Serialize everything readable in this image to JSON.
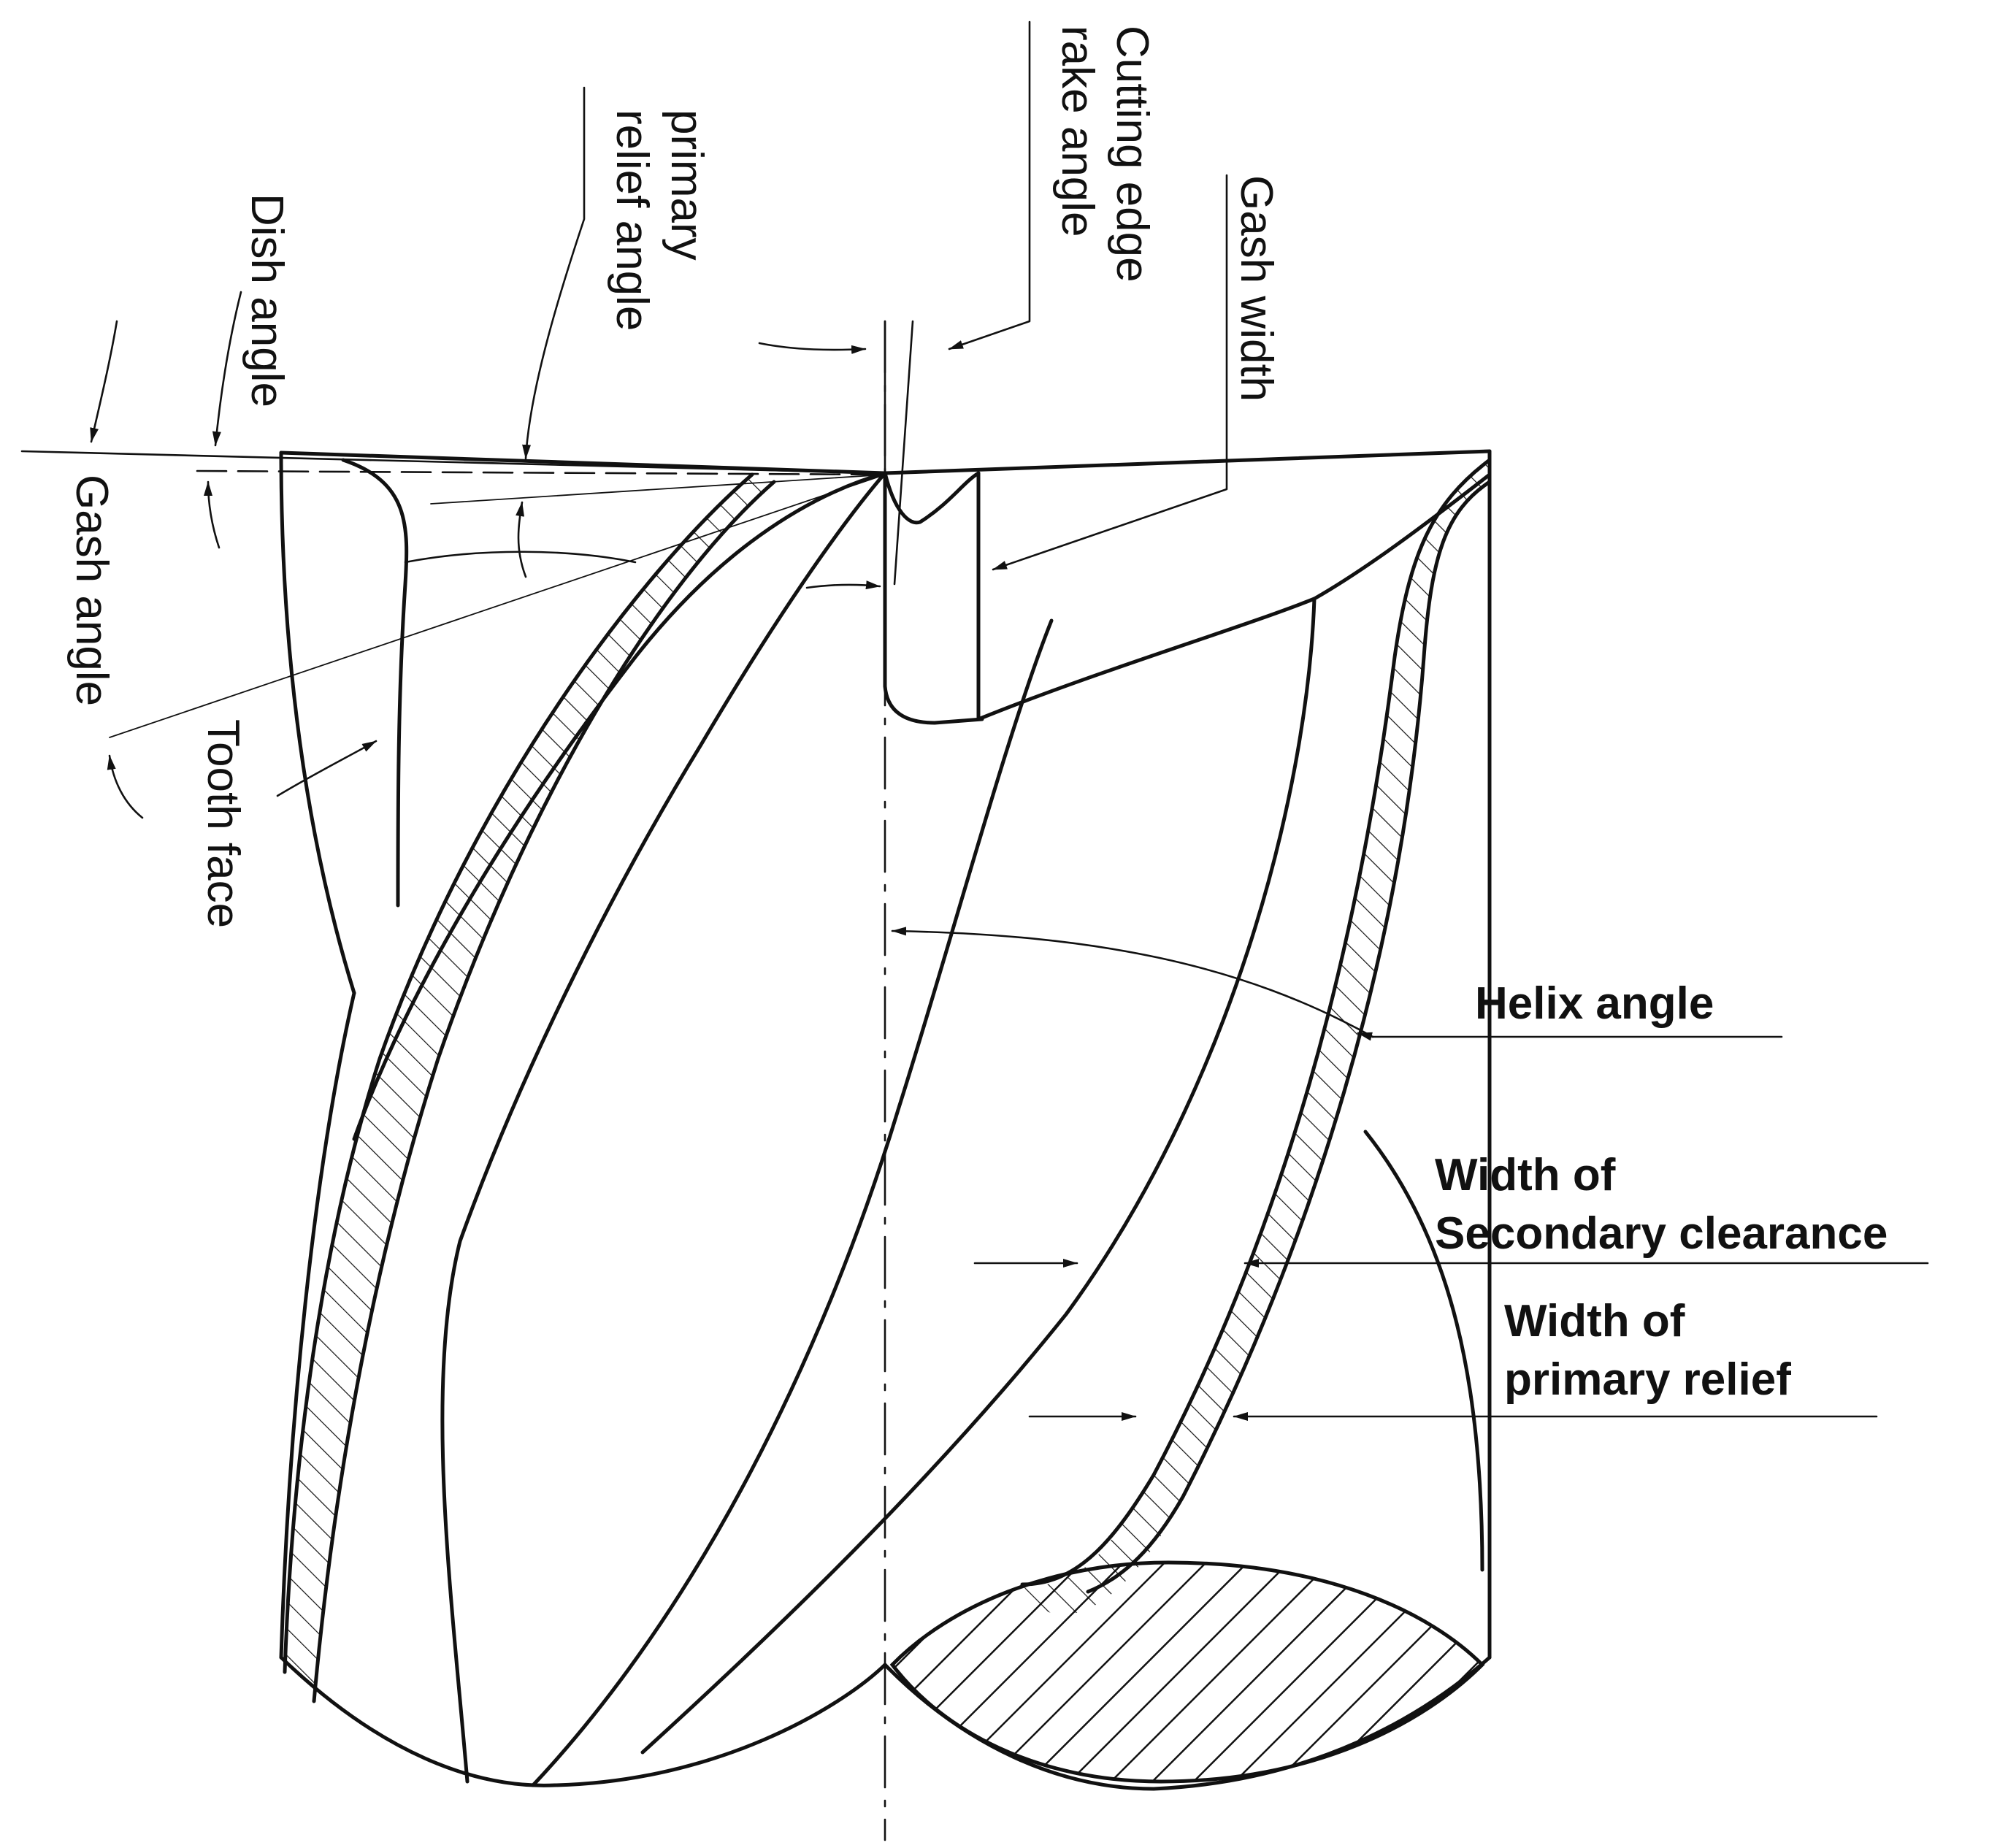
{
  "labels": {
    "cutting_edge_rake_angle": [
      "Cutting edge",
      "rake angle"
    ],
    "primary_relief_angle": [
      "primary",
      "relief angle"
    ],
    "gash_width": "Gash width",
    "dish_angle": "Dish angle",
    "gash_angle": "Gash angle",
    "tooth_face": "Tooth face",
    "helix_angle": "Helix angle",
    "width_secondary_clearance": [
      "Width of",
      "Secondary clearance"
    ],
    "width_primary_relief": [
      "Width of",
      "primary relief"
    ]
  },
  "colors": {
    "line": "#111111",
    "background": "#ffffff"
  }
}
